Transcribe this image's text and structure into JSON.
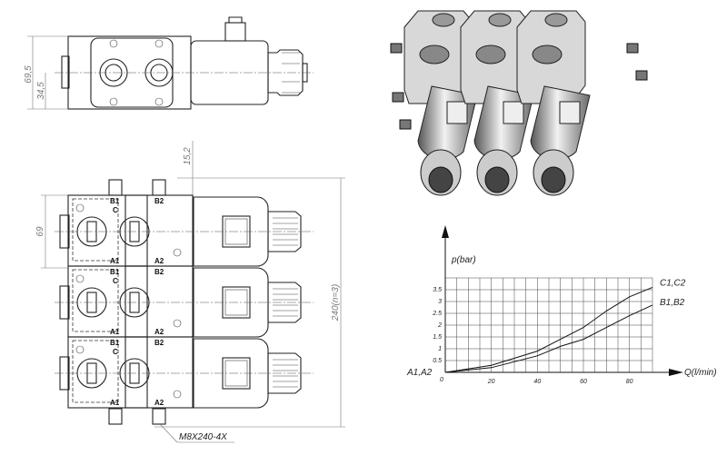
{
  "drawing": {
    "top_view": {
      "dims": [
        "69,5",
        "34,5"
      ]
    },
    "front_view": {
      "dims": {
        "height_section": "69",
        "top_offset": "15,2",
        "total": "240(n=3)"
      },
      "port_labels": {
        "b1": "B1",
        "b2": "B2",
        "c": "C",
        "a1": "A1",
        "a2": "A2"
      },
      "sections": 3,
      "callout": "M8X240-4X"
    }
  },
  "chart_data": {
    "type": "line",
    "title": "",
    "xlabel": "Q(l/min)",
    "ylabel": "p(bar)",
    "origin_label": "A1,A2",
    "xlim": [
      0,
      90
    ],
    "ylim": [
      0,
      4
    ],
    "grid": true,
    "x_ticks": [
      "0",
      "20",
      "40",
      "60",
      "80"
    ],
    "x_tick_values": [
      0,
      20,
      40,
      60,
      80
    ],
    "y_ticks": [
      "0.5",
      "1",
      "1.5",
      "2",
      "2.5",
      "3",
      "3.5"
    ],
    "y_tick_values": [
      0.5,
      1,
      1.5,
      2,
      2.5,
      3,
      3.5
    ],
    "series": [
      {
        "name": "C1,C2",
        "x": [
          0,
          20,
          40,
          50,
          60,
          70,
          80,
          90
        ],
        "y": [
          0,
          0.3,
          0.9,
          1.4,
          1.9,
          2.6,
          3.2,
          3.6
        ]
      },
      {
        "name": "B1,B2",
        "x": [
          0,
          20,
          40,
          50,
          60,
          70,
          80,
          90
        ],
        "y": [
          0,
          0.2,
          0.7,
          1.1,
          1.4,
          1.9,
          2.4,
          2.85
        ]
      }
    ]
  }
}
